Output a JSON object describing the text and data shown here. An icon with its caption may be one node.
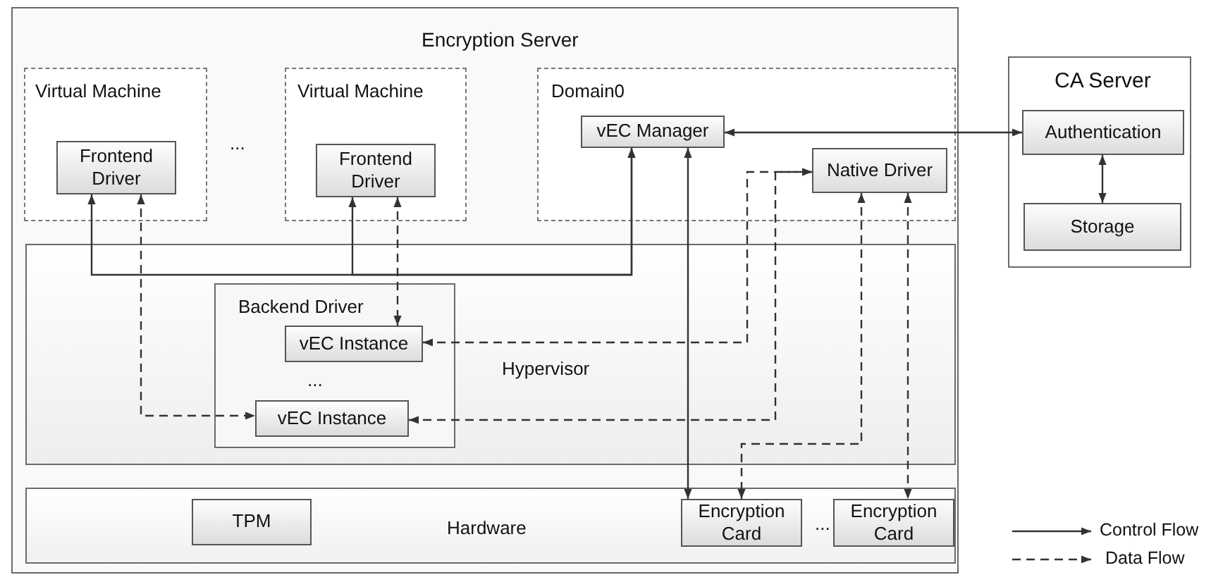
{
  "diagram": {
    "nodes": [
      {
        "text": [
          "Encryption Server"
        ]
      },
      {
        "text": [
          "Virtual Machine"
        ],
        "in": 0
      },
      {
        "text": [
          "Frontend Driver"
        ],
        "in": 1
      },
      {
        "text": [
          "Virtual Machine"
        ],
        "in": 0
      },
      {
        "text": [
          "Frontend Driver"
        ],
        "in": 3
      },
      {
        "text": [
          "Domain0"
        ],
        "in": 0
      },
      {
        "text": [
          "vEC  Manager"
        ],
        "in": 5
      },
      {
        "text": [
          "Native Driver"
        ],
        "in": 5
      },
      {
        "text": [
          "Hypervisor"
        ],
        "in": 0
      },
      {
        "text": [
          "Backend Driver"
        ],
        "in": 8
      },
      {
        "text": [
          "vEC  Instance"
        ],
        "in": 9
      },
      {
        "text": [
          "vEC  Instance"
        ],
        "in": 9
      },
      {
        "text": [
          "Hardware"
        ],
        "in": 0
      },
      {
        "text": [
          "TPM"
        ],
        "in": 12
      },
      {
        "text": [
          "Encryption Card"
        ],
        "in": 12
      },
      {
        "text": [
          "Encryption Card"
        ],
        "in": 12
      },
      {
        "text": [
          "CA Server"
        ]
      },
      {
        "text": [
          "Authentication"
        ],
        "in": 16
      },
      {
        "text": [
          "Storage"
        ],
        "in": 16
      }
    ],
    "edges": [
      {
        "from": 6,
        "to": 2,
        "arrow": "both"
      },
      {
        "from": 6,
        "to": 4,
        "arrow": "both"
      },
      {
        "from": 6,
        "to": 14,
        "arrow": "both"
      },
      {
        "from": 6,
        "to": 17,
        "arrow": "both"
      },
      {
        "from": 17,
        "to": 18,
        "arrow": "both"
      },
      {
        "from": 2,
        "to": 11,
        "arrow": "both",
        "style": "dashed"
      },
      {
        "from": 4,
        "to": 10,
        "arrow": "both",
        "style": "dashed"
      },
      {
        "from": 10,
        "to": 7,
        "arrow": "both",
        "style": "dashed"
      },
      {
        "from": 11,
        "to": 7,
        "arrow": "both",
        "style": "dashed"
      },
      {
        "from": 7,
        "to": 14,
        "arrow": "both",
        "style": "dashed"
      },
      {
        "from": 7,
        "to": 15,
        "arrow": "both",
        "style": "dashed"
      }
    ],
    "labels": [
      "...",
      "...",
      "..."
    ],
    "legend": [
      {
        "text": "Control Flow"
      },
      {
        "text": "Data Flow"
      }
    ]
  }
}
